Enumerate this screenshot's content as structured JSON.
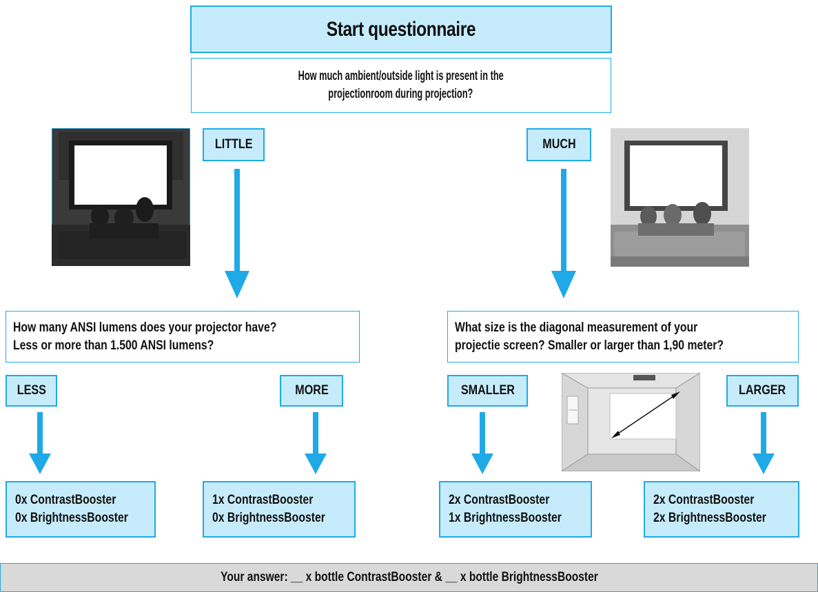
{
  "title": "Start questionnaire",
  "question1": {
    "line1": "How much ambient/outside light is present in the",
    "line2": "projectionroom during projection?"
  },
  "options": {
    "little": "LITTLE",
    "much": "MUCH"
  },
  "question2": {
    "line1": "How many ANSI lumens does your projector have?",
    "line2": "Less or more than 1.500 ANSI lumens?"
  },
  "question3": {
    "line1": "What size is the diagonal measurement of your",
    "line2": "projectie screen? Smaller or larger than 1,90 meter?"
  },
  "answers": {
    "less": "LESS",
    "more": "MORE",
    "smaller": "SMALLER",
    "larger": "LARGER"
  },
  "results": [
    {
      "line1": "0x ContrastBooster",
      "line2": "0x BrightnessBooster"
    },
    {
      "line1": "1x ContrastBooster",
      "line2": "0x BrightnessBooster"
    },
    {
      "line1": "2x ContrastBooster",
      "line2": "1x BrightnessBooster"
    },
    {
      "line1": "2x ContrastBooster",
      "line2": "2x BrightnessBooster"
    }
  ],
  "your_answer": "Your answer: __ x bottle ContrastBooster & __ x bottle BrightnessBooster",
  "colors": {
    "accent": "#1fa9e6",
    "box_fill": "#c6ecfb",
    "answer_fill": "#d9d9d9"
  }
}
